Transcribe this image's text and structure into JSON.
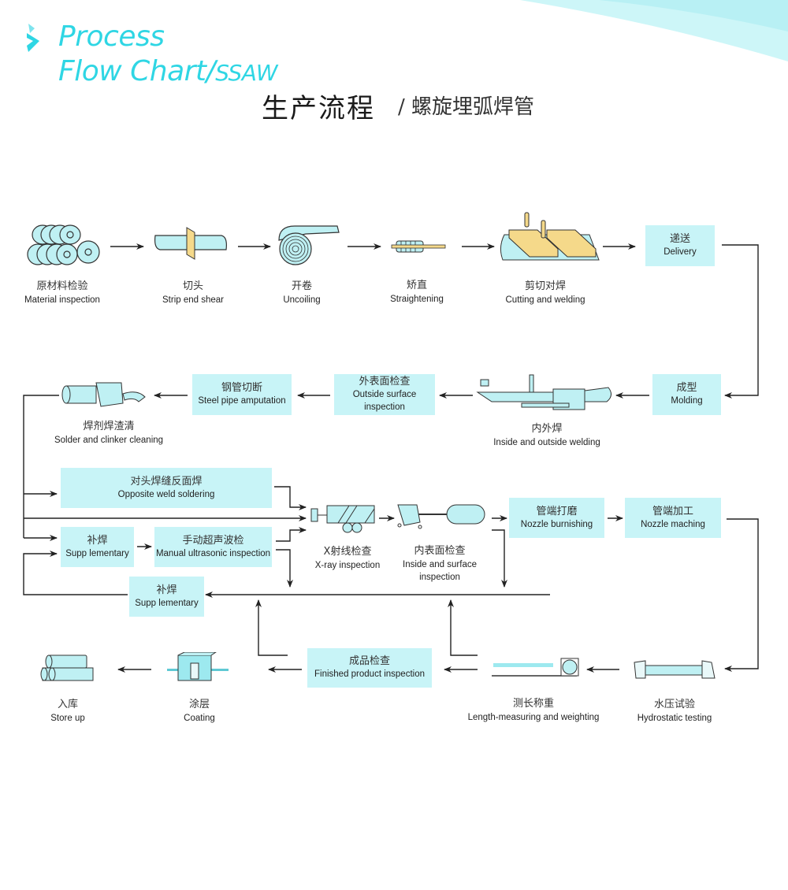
{
  "header": {
    "title_en_line1": "Process",
    "title_en_line2": "Flow Chart/",
    "title_en_suffix": "SSAW",
    "title_cn": "生产流程",
    "subtitle_cn": "/ 螺旋埋弧焊管"
  },
  "colors": {
    "accent": "#2fd6e4",
    "box_fill": "#c8f4f7",
    "icon_fill": "#bff0f3",
    "icon_yellow": "#f5d98a",
    "line": "#222222"
  },
  "steps": {
    "material_inspection": {
      "cn": "原材料检验",
      "en": "Material inspection"
    },
    "strip_end_shear": {
      "cn": "切头",
      "en": "Strip end shear"
    },
    "uncoiling": {
      "cn": "开卷",
      "en": "Uncoiling"
    },
    "straightening": {
      "cn": "矫直",
      "en": "Straightening"
    },
    "cutting_welding": {
      "cn": "剪切对焊",
      "en": "Cutting and welding"
    },
    "delivery": {
      "cn": "递送",
      "en": "Delivery"
    },
    "molding": {
      "cn": "成型",
      "en": "Molding"
    },
    "inside_outside_welding": {
      "cn": "内外焊",
      "en": "Inside and outside welding"
    },
    "outside_surface_inspection": {
      "cn": "外表面检查",
      "en": "Outside surface",
      "en2": "inspection"
    },
    "steel_pipe_amputation": {
      "cn": "钢管切断",
      "en": "Steel pipe amputation"
    },
    "solder_clinker_cleaning": {
      "cn": "焊剂焊渣清",
      "en": "Solder and clinker cleaning"
    },
    "opposite_weld_soldering": {
      "cn": "对头焊缝反面焊",
      "en": "Opposite weld soldering"
    },
    "supplementary_1": {
      "cn": "补焊",
      "en": "Supp lementary"
    },
    "manual_ultrasonic": {
      "cn": "手动超声波检",
      "en": "Manual ultrasonic inspection"
    },
    "supplementary_2": {
      "cn": "补焊",
      "en": "Supp lementary"
    },
    "xray_inspection": {
      "cn": "X射线检查",
      "en": "X-ray inspection"
    },
    "inside_surface_inspection": {
      "cn": "内表面检查",
      "en": "Inside and surface",
      "en2": "inspection"
    },
    "nozzle_burnishing": {
      "cn": "管端打磨",
      "en": "Nozzle burnishing"
    },
    "nozzle_maching": {
      "cn": "管端加工",
      "en": "Nozzle maching"
    },
    "hydrostatic_testing": {
      "cn": "水压试验",
      "en": "Hydrostatic testing"
    },
    "length_measuring": {
      "cn": "测长称重",
      "en": "Length-measuring and weighting"
    },
    "finished_product_inspection": {
      "cn": "成品检查",
      "en": "Finished product inspection"
    },
    "coating": {
      "cn": "涂层",
      "en": "Coating"
    },
    "store_up": {
      "cn": "入库",
      "en": "Store up"
    }
  }
}
